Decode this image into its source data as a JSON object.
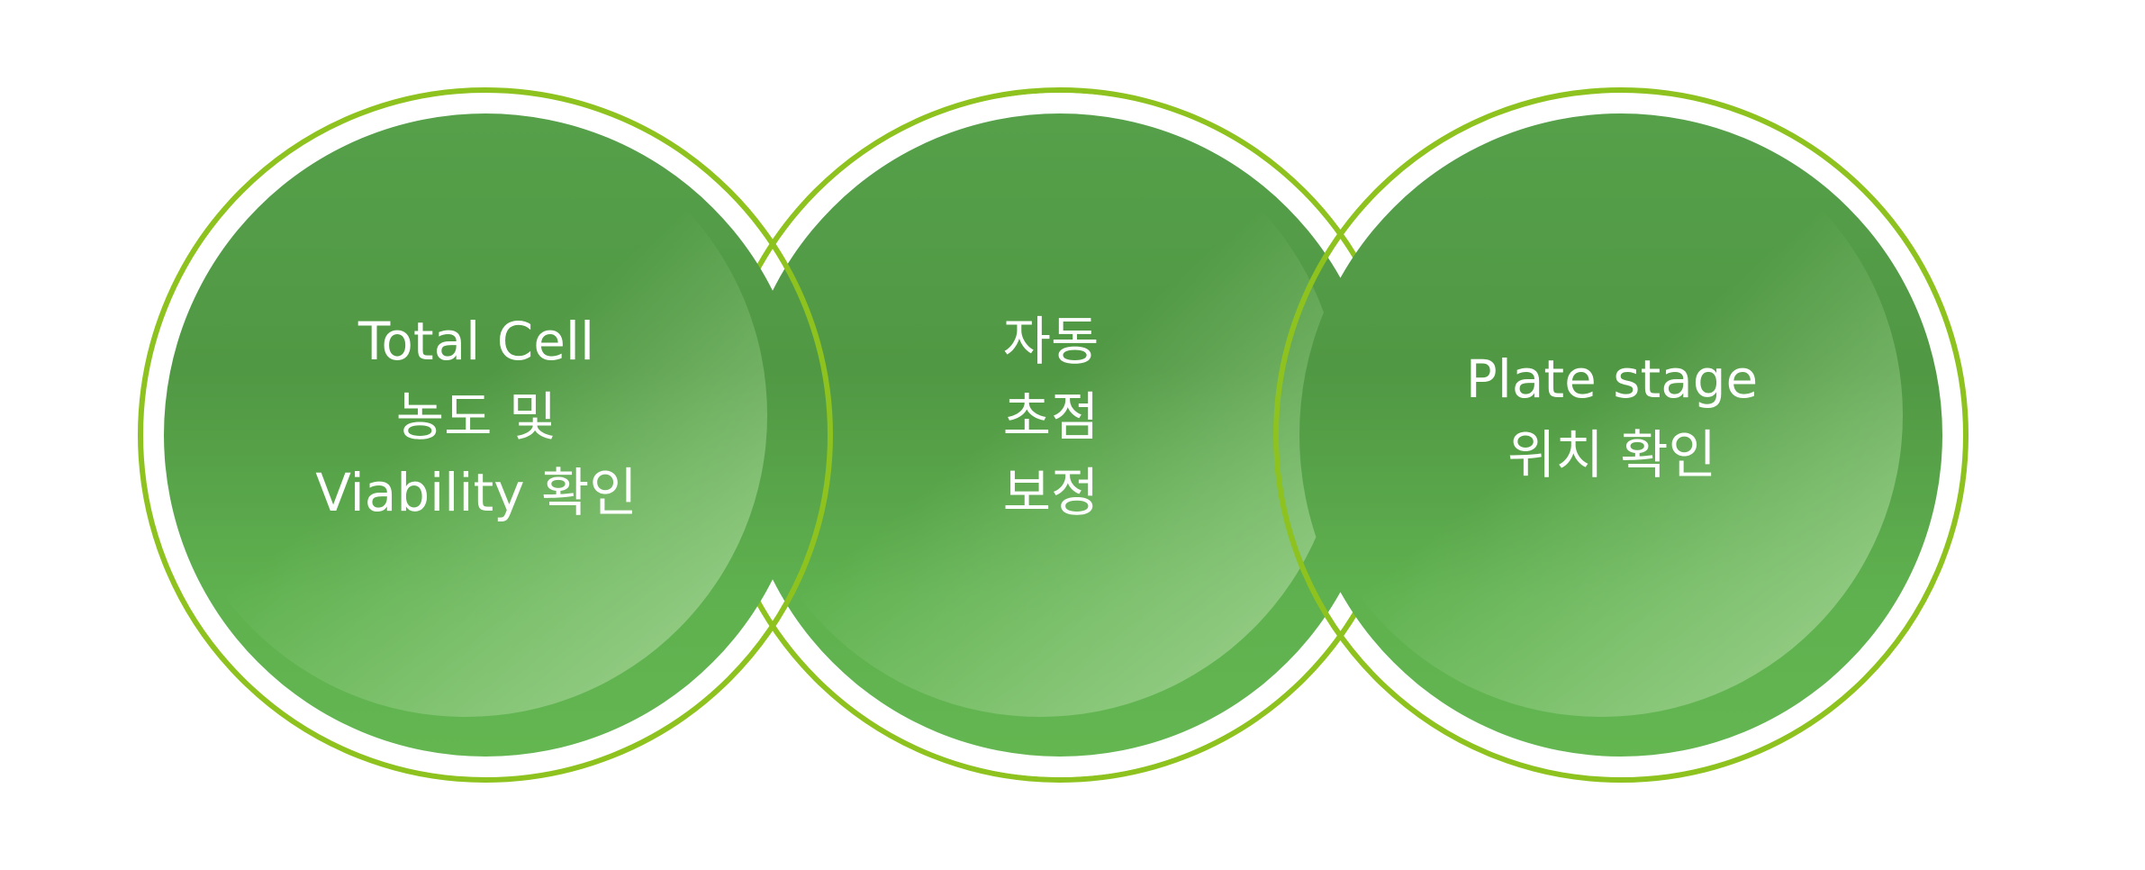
{
  "nodes": [
    {
      "lines": [
        "Total Cell",
        "농도 및",
        "Viability 확인"
      ]
    },
    {
      "lines": [
        "자동",
        "초점",
        "보정"
      ]
    },
    {
      "lines": [
        "Plate stage",
        "위치 확인"
      ]
    }
  ],
  "colors": {
    "ring": "#8dc21f",
    "fill_top": "#519844",
    "fill_bottom": "#63b650",
    "text": "#ffffff"
  }
}
